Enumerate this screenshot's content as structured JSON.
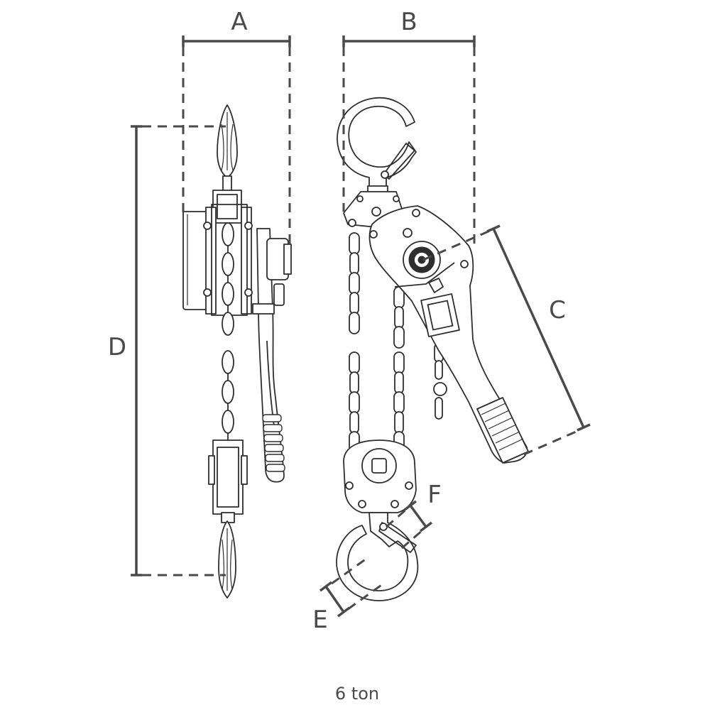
{
  "dimensions": {
    "a": "A",
    "b": "B",
    "c": "C",
    "d": "D",
    "e": "E",
    "f": "F"
  },
  "caption": "6 ton"
}
